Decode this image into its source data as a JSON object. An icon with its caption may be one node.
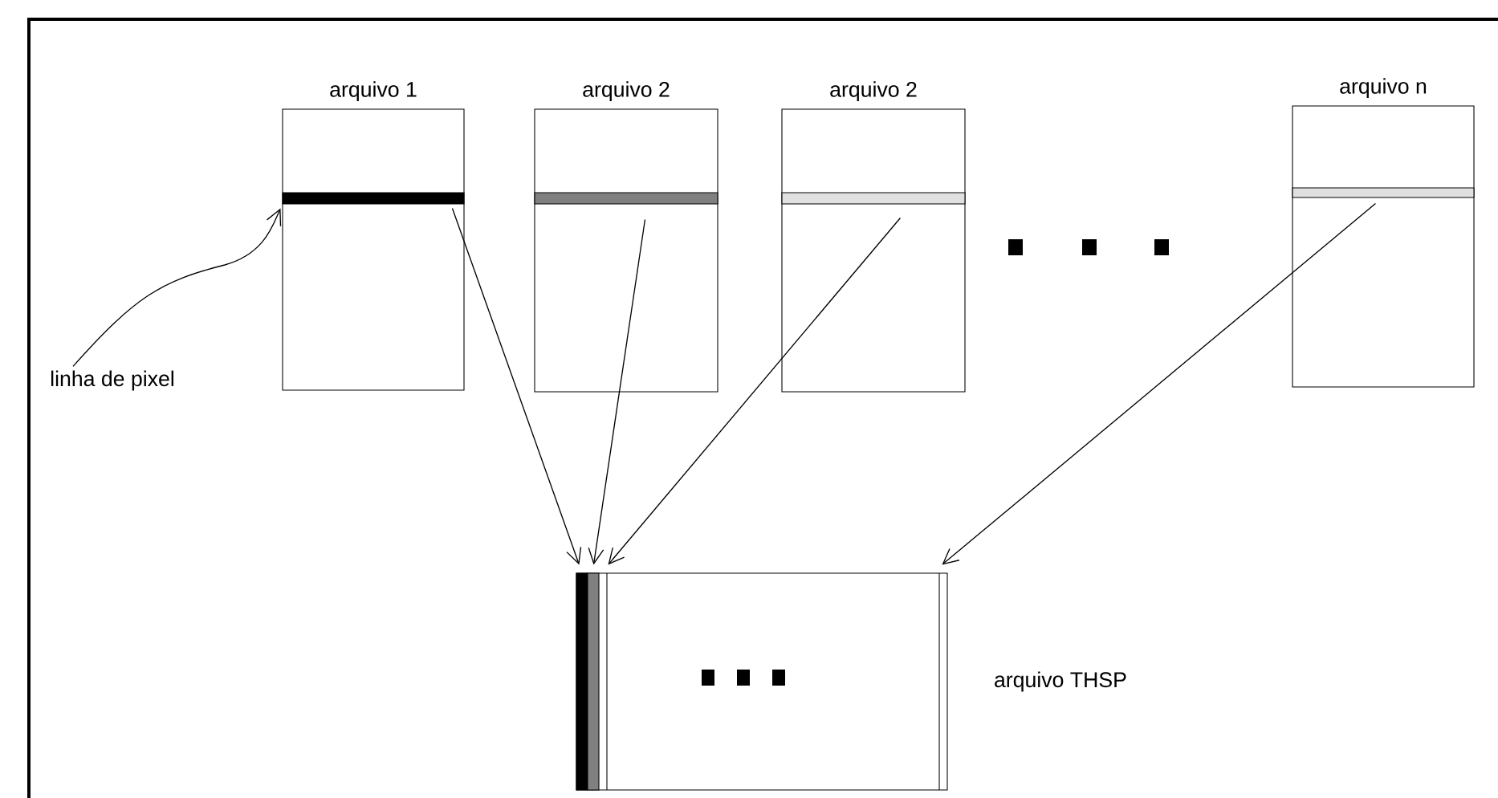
{
  "diagram": {
    "nodes": [
      {
        "text": [
          "arquivo 1"
        ]
      },
      {
        "text": [
          "arquivo 2"
        ]
      },
      {
        "text": [
          "arquivo 2"
        ]
      },
      {
        "text": [
          "arquivo n"
        ]
      },
      {
        "text": [
          "arquivo THSP"
        ]
      },
      {
        "text": [
          "linha de pixel"
        ]
      }
    ],
    "edges": [
      {
        "from": 0,
        "to": 4,
        "arrow": "to"
      },
      {
        "from": 1,
        "to": 4,
        "arrow": "to"
      },
      {
        "from": 2,
        "to": 4,
        "arrow": "to"
      },
      {
        "from": 3,
        "to": 4,
        "arrow": "to"
      },
      {
        "from": 5,
        "to": 0,
        "arrow": "to"
      }
    ]
  }
}
